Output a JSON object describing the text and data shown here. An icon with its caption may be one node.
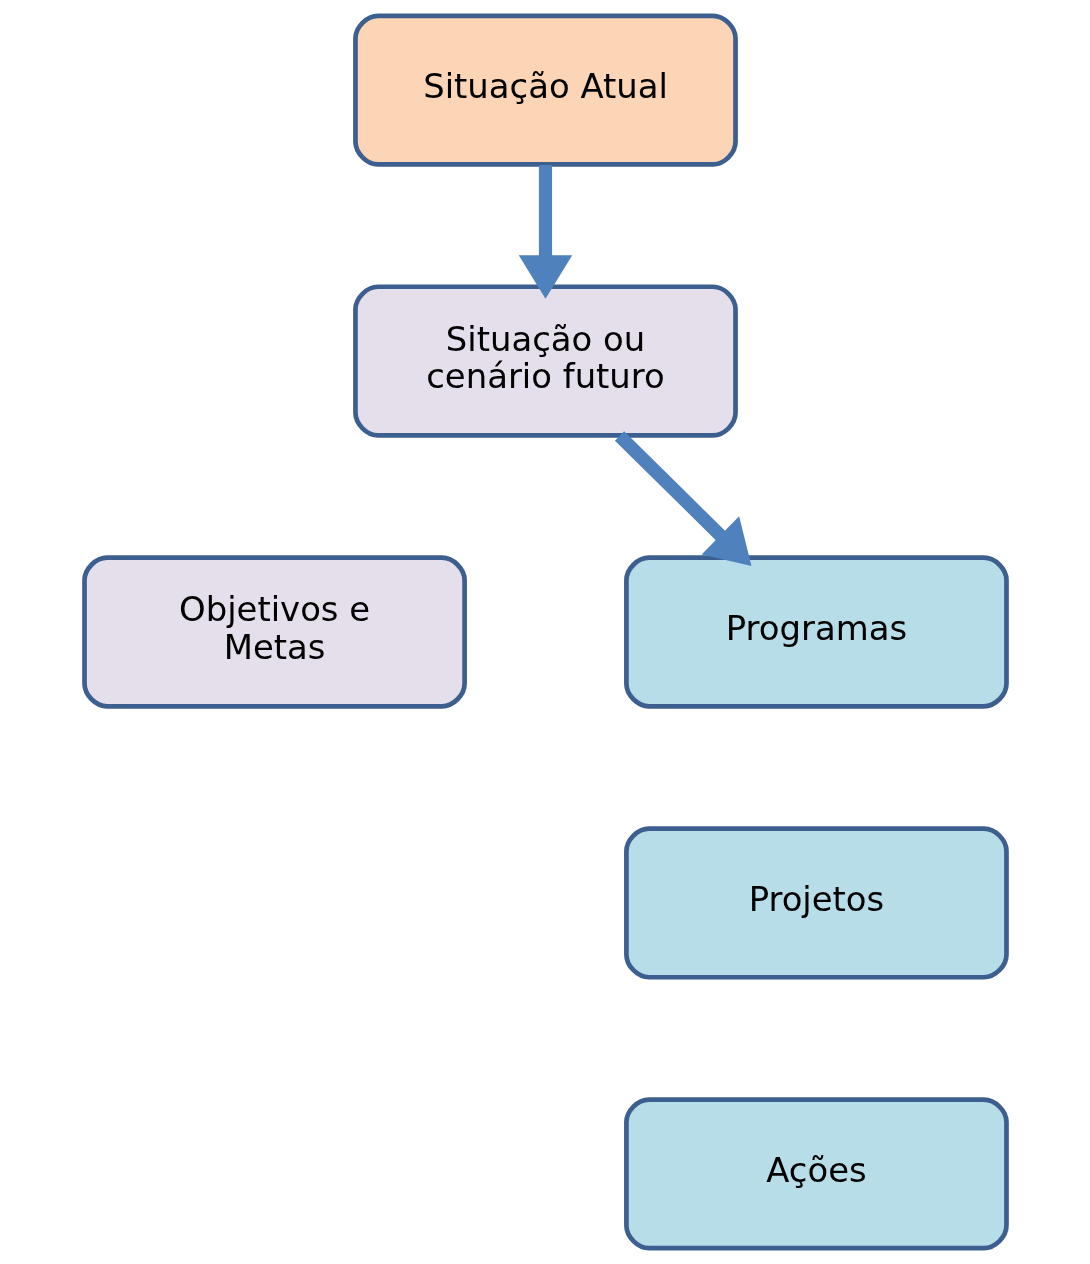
{
  "diagram": {
    "nodes": [
      {
        "text": [
          "Situação Atual"
        ]
      },
      {
        "text": [
          "Situação ou cenário futuro"
        ]
      },
      {
        "text": [
          "Objetivos e Metas"
        ]
      },
      {
        "text": [
          "Programas"
        ]
      },
      {
        "text": [
          "Projetos"
        ]
      },
      {
        "text": [
          "Ações"
        ]
      }
    ],
    "edges": [
      {
        "from": 0,
        "to": 1,
        "arrow": "to"
      },
      {
        "from": 1,
        "to": 3,
        "arrow": "to"
      }
    ]
  }
}
